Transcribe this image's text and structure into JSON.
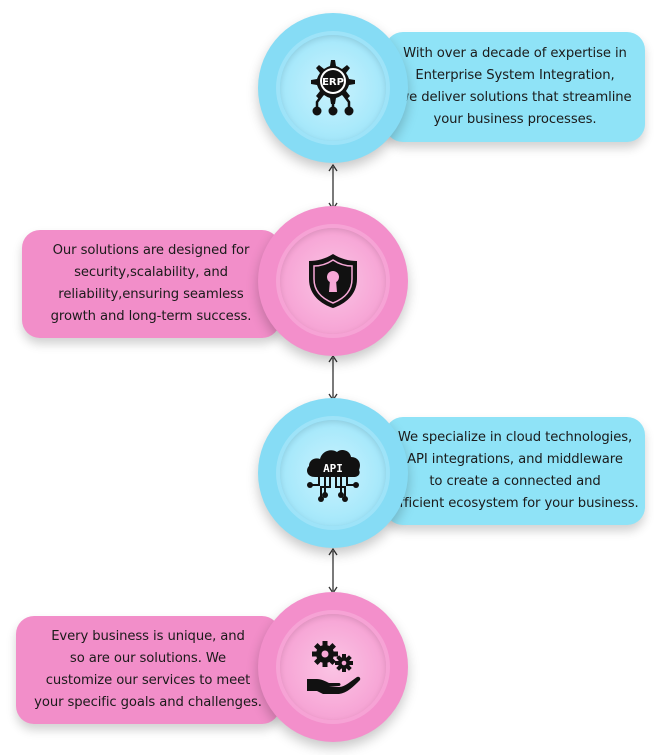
{
  "steps": [
    {
      "text": "With over a decade of expertise in Enterprise System Integration, we deliver solutions that streamline your business processes.",
      "lines": [
        "With over a decade of expertise in",
        "Enterprise System Integration,",
        "we deliver solutions that streamline",
        "your business processes."
      ],
      "icon": "erp-icon",
      "icon_text": "ERP",
      "color": "#8fe3f7"
    },
    {
      "lines": [
        "Our solutions are designed for",
        "security,scalability, and",
        "reliability,ensuring  seamless",
        "growth and long-term success."
      ],
      "icon": "shield-lock-icon",
      "color": "#f28ec9"
    },
    {
      "lines": [
        "We specialize in cloud technologies,",
        "API integrations, and middleware",
        "to create a connected and",
        "efficient ecosystem for your business."
      ],
      "icon": "cloud-api-icon",
      "icon_text": "API",
      "color": "#8fe3f7"
    },
    {
      "lines": [
        "Every business is unique, and",
        "so are our solutions. We",
        "customize our services to meet",
        "your specific goals and challenges."
      ],
      "icon": "gears-hand-icon",
      "color": "#f28ec9"
    }
  ]
}
